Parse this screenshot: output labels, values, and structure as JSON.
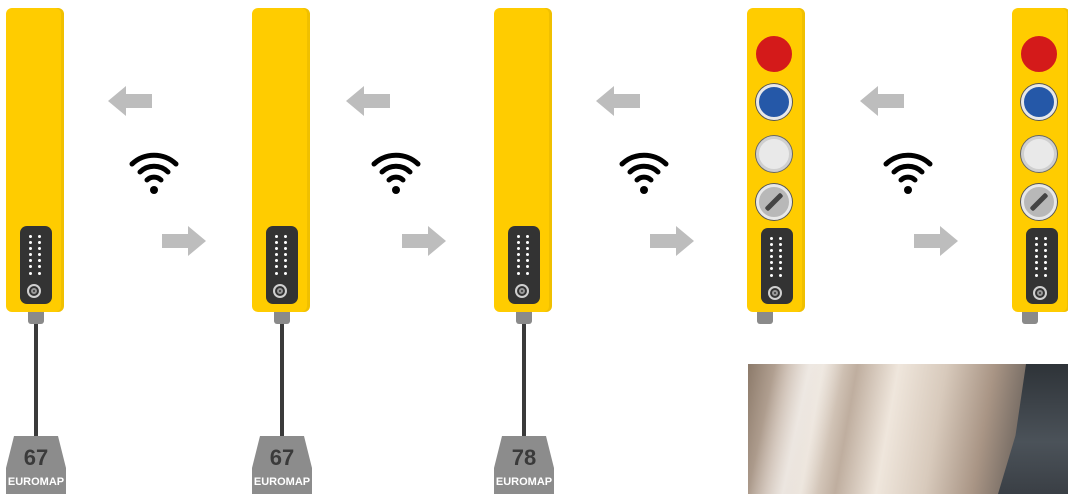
{
  "connectors": [
    {
      "number": "67",
      "brand": "EUROMAP"
    },
    {
      "number": "67",
      "brand": "EUROMAP"
    },
    {
      "number": "78",
      "brand": "EUROMAP"
    }
  ],
  "colors": {
    "device_body": "#ffcc00",
    "panel": "#333333",
    "arrow": "#bdbdbd",
    "wifi": "#000000",
    "connector": "#8c8c8c",
    "emergency_button": "#d41a1a",
    "blue_button": "#2558a8",
    "white_button": "#e9e9e9"
  },
  "icons": {
    "left_arrow": "arrow-left-icon",
    "right_arrow": "arrow-right-icon",
    "wireless": "wifi-icon",
    "selector_switch": "selector-switch-icon"
  }
}
